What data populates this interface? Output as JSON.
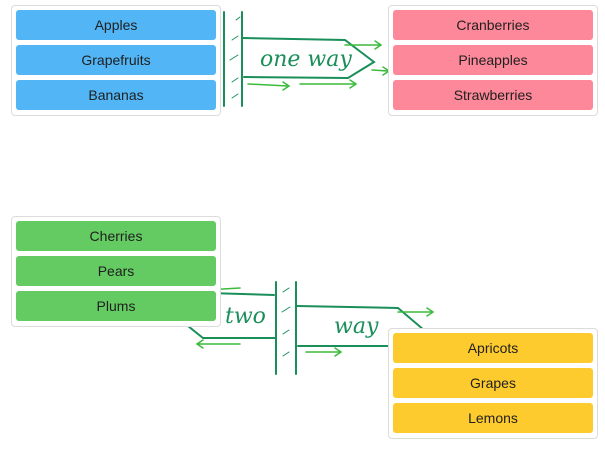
{
  "lists": {
    "top_left": {
      "items": [
        "Apples",
        "Grapefruits",
        "Bananas"
      ],
      "color": "#52b5f5"
    },
    "top_right": {
      "items": [
        "Cranberries",
        "Pineapples",
        "Strawberries"
      ],
      "color": "#fc8899"
    },
    "bottom_left": {
      "items": [
        "Cherries",
        "Pears",
        "Plums"
      ],
      "color": "#63cb62"
    },
    "bottom_right": {
      "items": [
        "Apricots",
        "Grapes",
        "Lemons"
      ],
      "color": "#fecb2f"
    }
  },
  "signs": {
    "one_way": "one way",
    "two_left": "two",
    "two_right": "way"
  }
}
